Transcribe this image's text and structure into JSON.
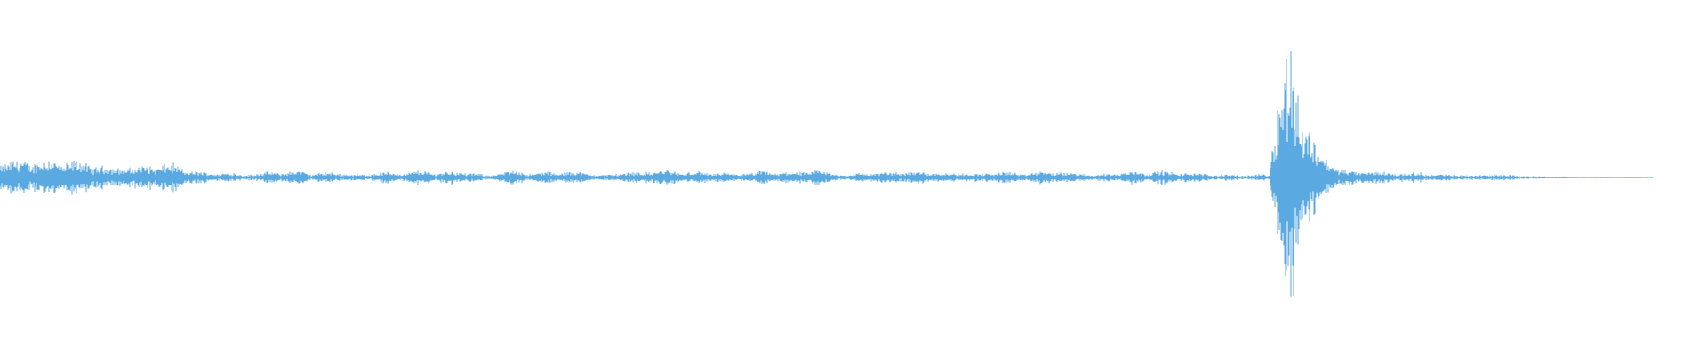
{
  "chart_data": {
    "type": "area",
    "title": "",
    "xlabel": "",
    "ylabel": "",
    "xlim": [
      0,
      1
    ],
    "ylim": [
      -1,
      1
    ],
    "grid": false,
    "legend": "none",
    "color": "#5aa9e0",
    "series": [
      {
        "values": {
          "x": [
            0.0,
            0.008,
            0.016,
            0.024,
            0.032,
            0.04,
            0.048,
            0.056,
            0.064,
            0.072,
            0.08,
            0.088,
            0.096,
            0.104,
            0.112,
            0.12,
            0.128,
            0.136,
            0.144,
            0.152,
            0.16,
            0.168,
            0.176,
            0.184,
            0.192,
            0.2,
            0.208,
            0.216,
            0.224,
            0.232,
            0.24,
            0.248,
            0.256,
            0.264,
            0.272,
            0.28,
            0.288,
            0.296,
            0.304,
            0.312,
            0.32,
            0.328,
            0.336,
            0.344,
            0.352,
            0.36,
            0.368,
            0.376,
            0.384,
            0.392,
            0.4,
            0.408,
            0.416,
            0.424,
            0.432,
            0.44,
            0.448,
            0.456,
            0.464,
            0.472,
            0.48,
            0.488,
            0.496,
            0.504,
            0.512,
            0.52,
            0.528,
            0.536,
            0.544,
            0.552,
            0.56,
            0.568,
            0.576,
            0.584,
            0.592,
            0.6,
            0.608,
            0.616,
            0.624,
            0.632,
            0.64,
            0.648,
            0.656,
            0.664,
            0.672,
            0.68,
            0.688,
            0.696,
            0.704,
            0.712,
            0.72,
            0.728,
            0.736,
            0.744,
            0.745,
            0.748,
            0.752,
            0.756,
            0.76,
            0.764,
            0.768,
            0.772,
            0.776,
            0.78,
            0.784,
            0.788,
            0.792,
            0.796,
            0.8,
            0.808,
            0.816,
            0.824,
            0.832,
            0.84,
            0.848,
            0.856,
            0.864,
            0.872,
            0.88,
            0.888,
            0.896,
            0.904,
            0.912,
            0.92,
            0.928,
            0.936,
            0.944,
            0.952,
            0.96,
            0.968
          ],
          "amp": [
            0.14,
            0.17,
            0.15,
            0.13,
            0.14,
            0.12,
            0.12,
            0.11,
            0.1,
            0.11,
            0.1,
            0.11,
            0.1,
            0.09,
            0.05,
            0.04,
            0.04,
            0.05,
            0.03,
            0.04,
            0.05,
            0.04,
            0.05,
            0.03,
            0.04,
            0.04,
            0.03,
            0.04,
            0.05,
            0.04,
            0.04,
            0.05,
            0.04,
            0.05,
            0.05,
            0.04,
            0.03,
            0.05,
            0.06,
            0.03,
            0.04,
            0.04,
            0.05,
            0.04,
            0.03,
            0.04,
            0.05,
            0.04,
            0.06,
            0.05,
            0.04,
            0.05,
            0.04,
            0.05,
            0.04,
            0.04,
            0.05,
            0.04,
            0.04,
            0.05,
            0.06,
            0.04,
            0.03,
            0.05,
            0.04,
            0.04,
            0.05,
            0.04,
            0.05,
            0.04,
            0.04,
            0.05,
            0.04,
            0.05,
            0.04,
            0.03,
            0.04,
            0.05,
            0.04,
            0.04,
            0.03,
            0.04,
            0.04,
            0.05,
            0.04,
            0.05,
            0.04,
            0.04,
            0.04,
            0.03,
            0.03,
            0.02,
            0.02,
            0.03,
            0.35,
            0.6,
            0.75,
            0.95,
            0.8,
            0.55,
            0.4,
            0.3,
            0.22,
            0.15,
            0.1,
            0.08,
            0.06,
            0.05,
            0.06,
            0.04,
            0.04,
            0.03,
            0.04,
            0.03,
            0.03,
            0.03,
            0.02,
            0.03,
            0.02,
            0.02,
            0.01,
            0.01,
            0.01,
            0.01,
            0.005,
            0.005,
            0.005,
            0.005,
            0.003,
            0.0
          ]
        }
      }
    ]
  }
}
